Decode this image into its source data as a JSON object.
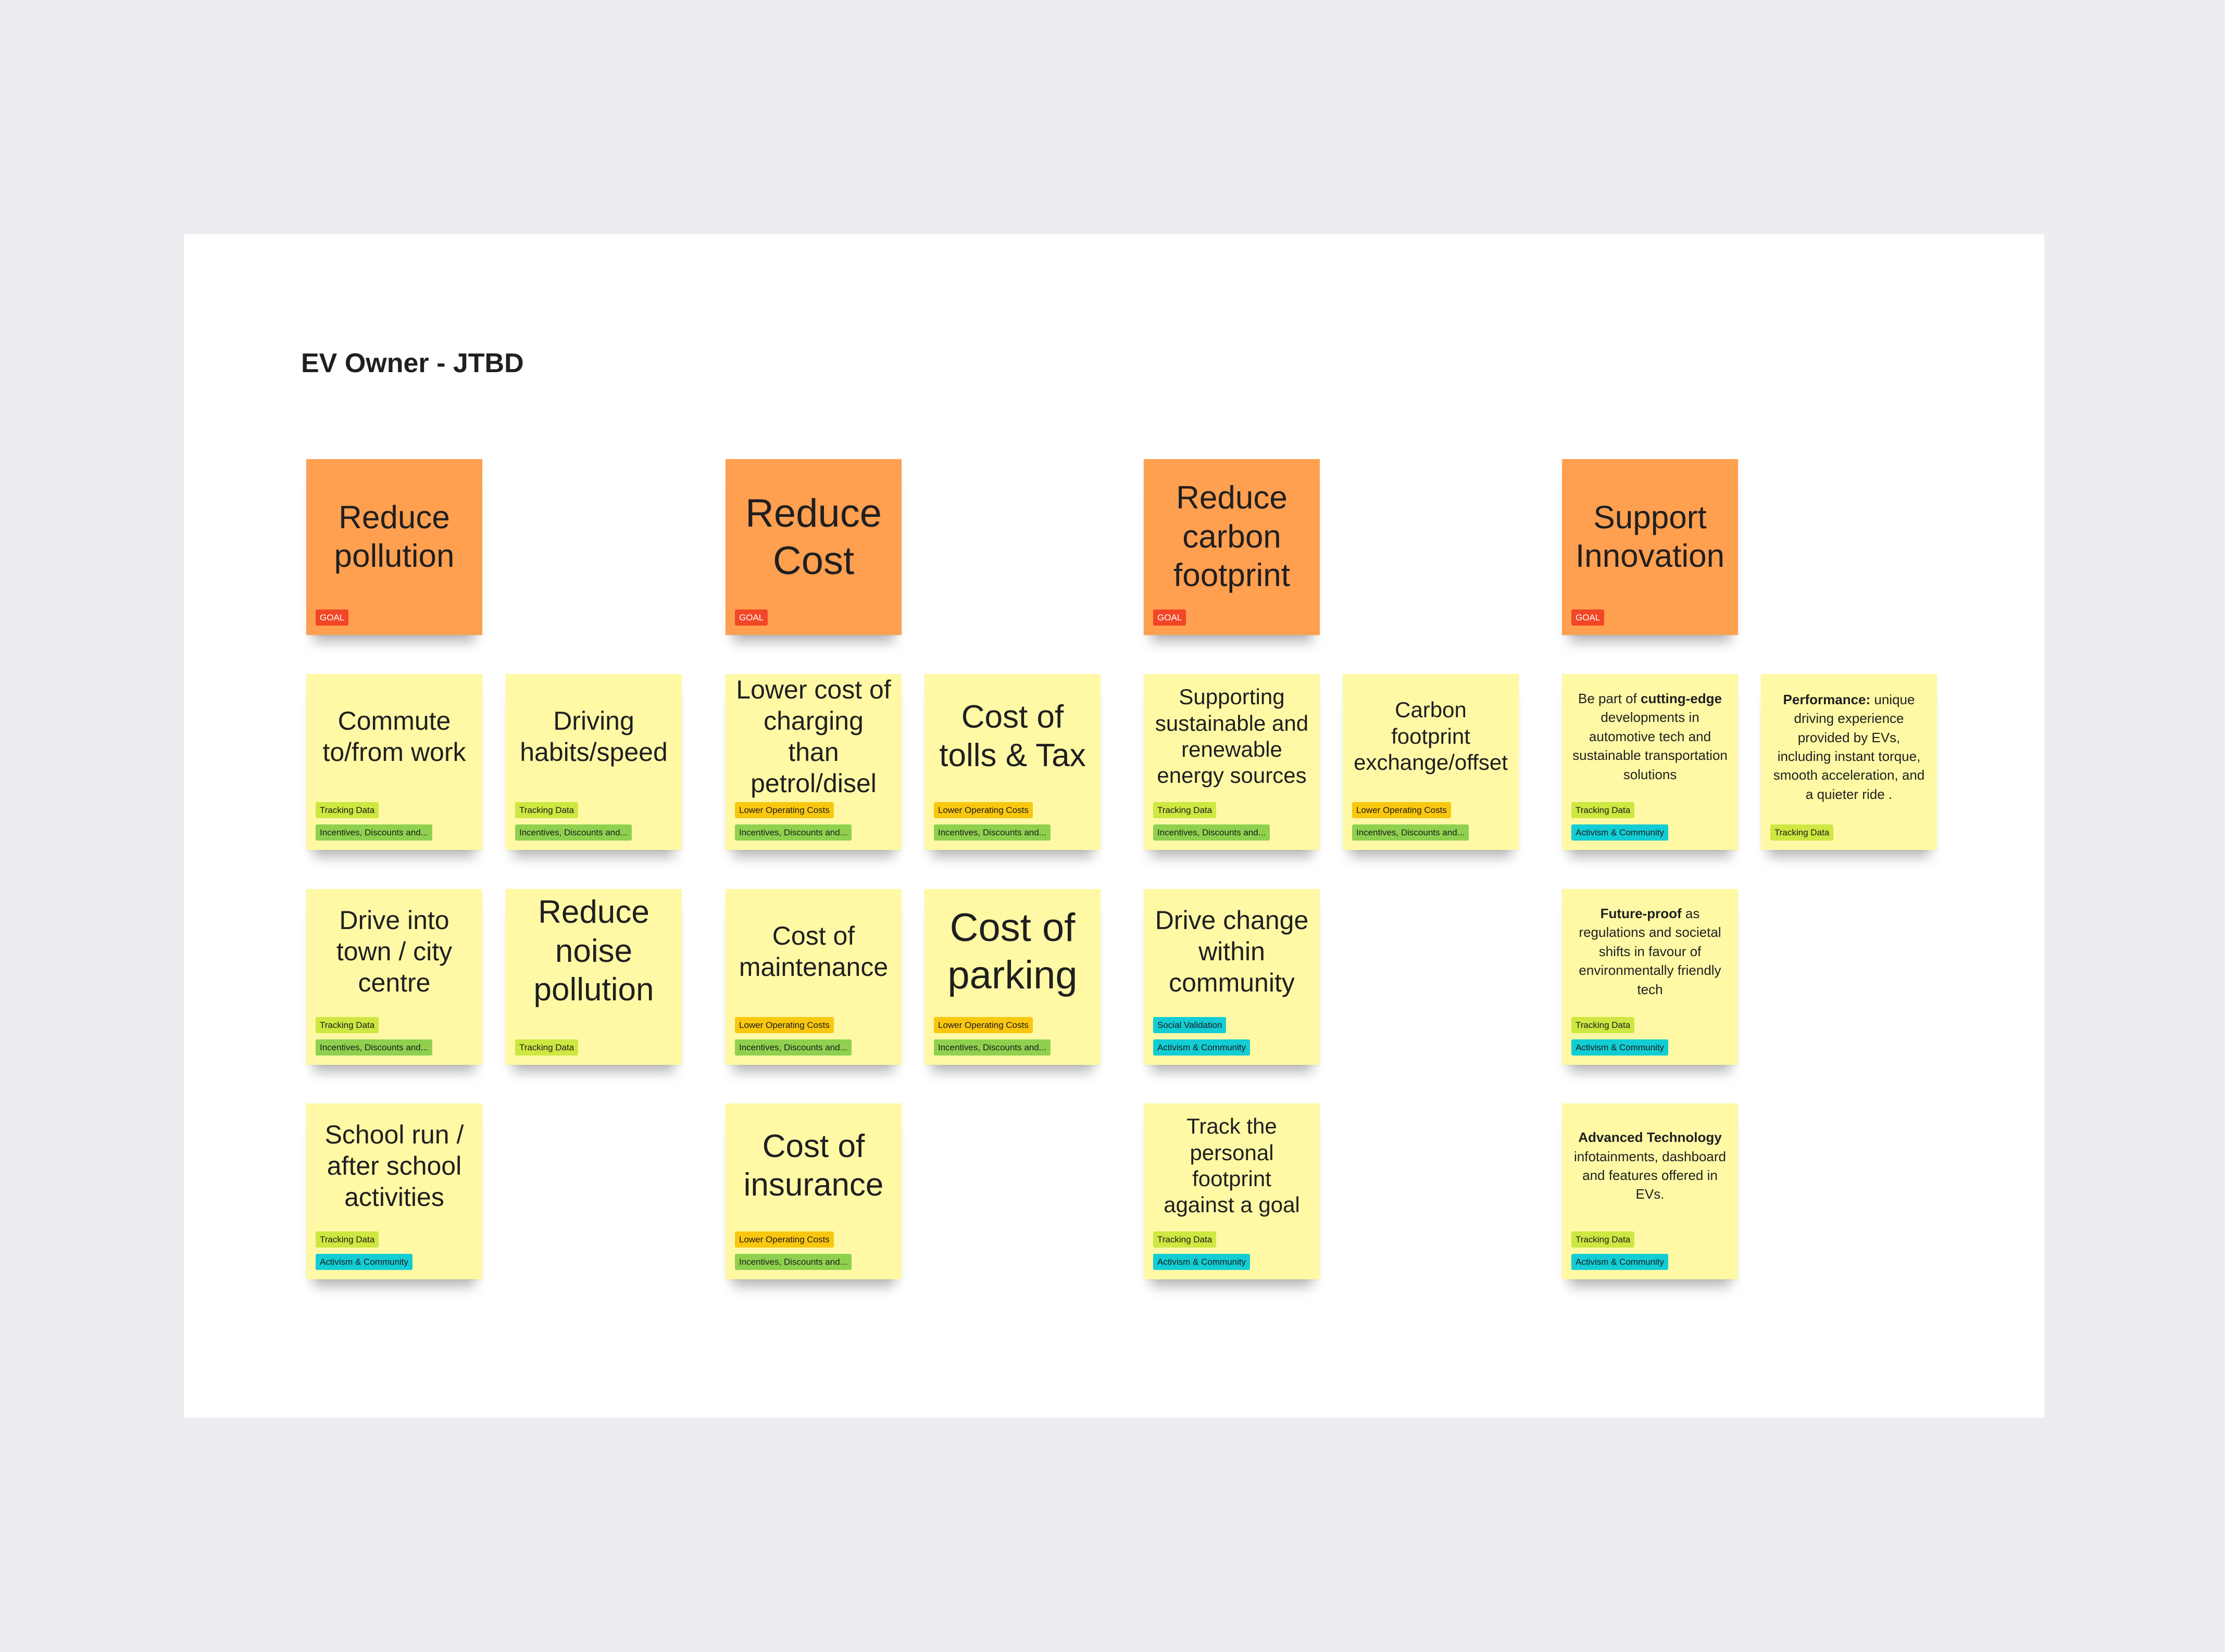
{
  "board": {
    "title": "EV Owner - JTBD"
  },
  "tags": {
    "goal": "GOAL",
    "tracking": "Tracking Data",
    "incentives": "Incentives, Discounts and...",
    "lower": "Lower Operating Costs",
    "activism": "Activism & Community",
    "social": "Social Validation"
  },
  "goals": [
    {
      "text": "Reduce pollution"
    },
    {
      "text": "Reduce Cost"
    },
    {
      "text": "Reduce carbon footprint"
    },
    {
      "text": "Support Innovation"
    }
  ],
  "notes": {
    "commute": "Commute to/from work",
    "driving_habits": "Driving habits/speed",
    "drive_town": "Drive into town / city centre",
    "reduce_noise": "Reduce noise pollution",
    "school_run": "School run / after school activities",
    "lower_charging": "Lower cost of charging than petrol/disel",
    "tolls_tax": "Cost of tolls & Tax",
    "maintenance": "Cost of maintenance",
    "parking": "Cost of parking",
    "insurance": "Cost of insurance",
    "supporting_sustainable": "Supporting sustainable and renewable energy sources",
    "carbon_exchange": "Carbon footprint exchange/offset",
    "drive_change": "Drive change within community",
    "track_footprint": "Track the personal footprint against a goal",
    "cutting_edge": {
      "pre": "Be part of ",
      "bold": "cutting-edge",
      "post": " developments in automotive tech and sustainable transportation solutions"
    },
    "performance": {
      "bold": "Performance:",
      "post": " unique driving experience provided by EVs, including instant torque, smooth acceleration, and a quieter ride ."
    },
    "future_proof": {
      "bold": "Future-proof",
      "post": " as regulations and societal shifts in favour of environmentally friendly tech"
    },
    "advanced_tech": {
      "bold": "Advanced Technology",
      "post": " infotainments, dashboard and features offered in EVs."
    }
  },
  "colors": {
    "goal_note": "#ff9f50",
    "sticky_note": "#fff9a6",
    "goal_tag": "#f24726",
    "tracking_tag": "#cee741",
    "incentives_tag": "#8fd14f",
    "lower_tag": "#fac710",
    "activism_tag": "#12cdd4"
  }
}
